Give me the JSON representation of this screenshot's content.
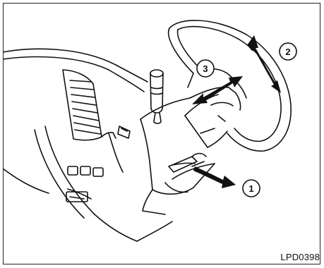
{
  "figure": {
    "code": "LPD0398",
    "callouts": [
      {
        "number": "1",
        "meaning": "tilt-lock-lever"
      },
      {
        "number": "2",
        "meaning": "tilt-up-down"
      },
      {
        "number": "3",
        "meaning": "telescope-in-out"
      }
    ],
    "colors": {
      "line": "#111111",
      "background": "#ffffff"
    }
  }
}
